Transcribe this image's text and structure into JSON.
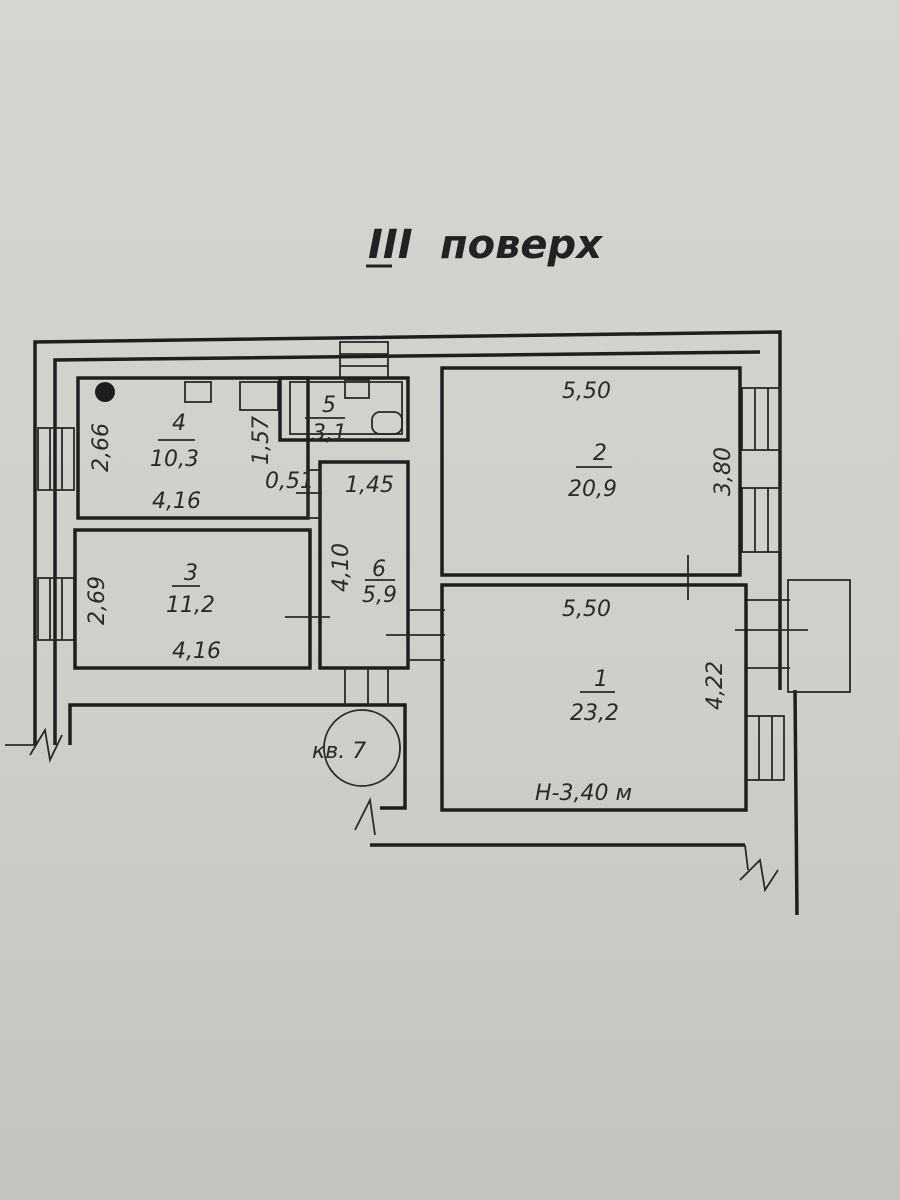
{
  "title": {
    "floor_numeral": "III",
    "floor_word": "поверх"
  },
  "apartment_label": "кв. 7",
  "height_note": "H-3,40 м",
  "rooms": [
    {
      "number": "1",
      "area": "23,2",
      "width": "5,50",
      "depth": "4,22"
    },
    {
      "number": "2",
      "area": "20,9",
      "width": "5,50",
      "depth": "3,80"
    },
    {
      "number": "3",
      "area": "11,2",
      "width": "4,16",
      "depth": "2,69"
    },
    {
      "number": "4",
      "area": "10,3",
      "width": "4,16",
      "depth": "2,66"
    },
    {
      "number": "5",
      "area": "3,1",
      "depth": "1,57"
    },
    {
      "number": "6",
      "area": "5,9",
      "width": "1,45",
      "depth": "4,10",
      "offset": "0,51"
    }
  ]
}
